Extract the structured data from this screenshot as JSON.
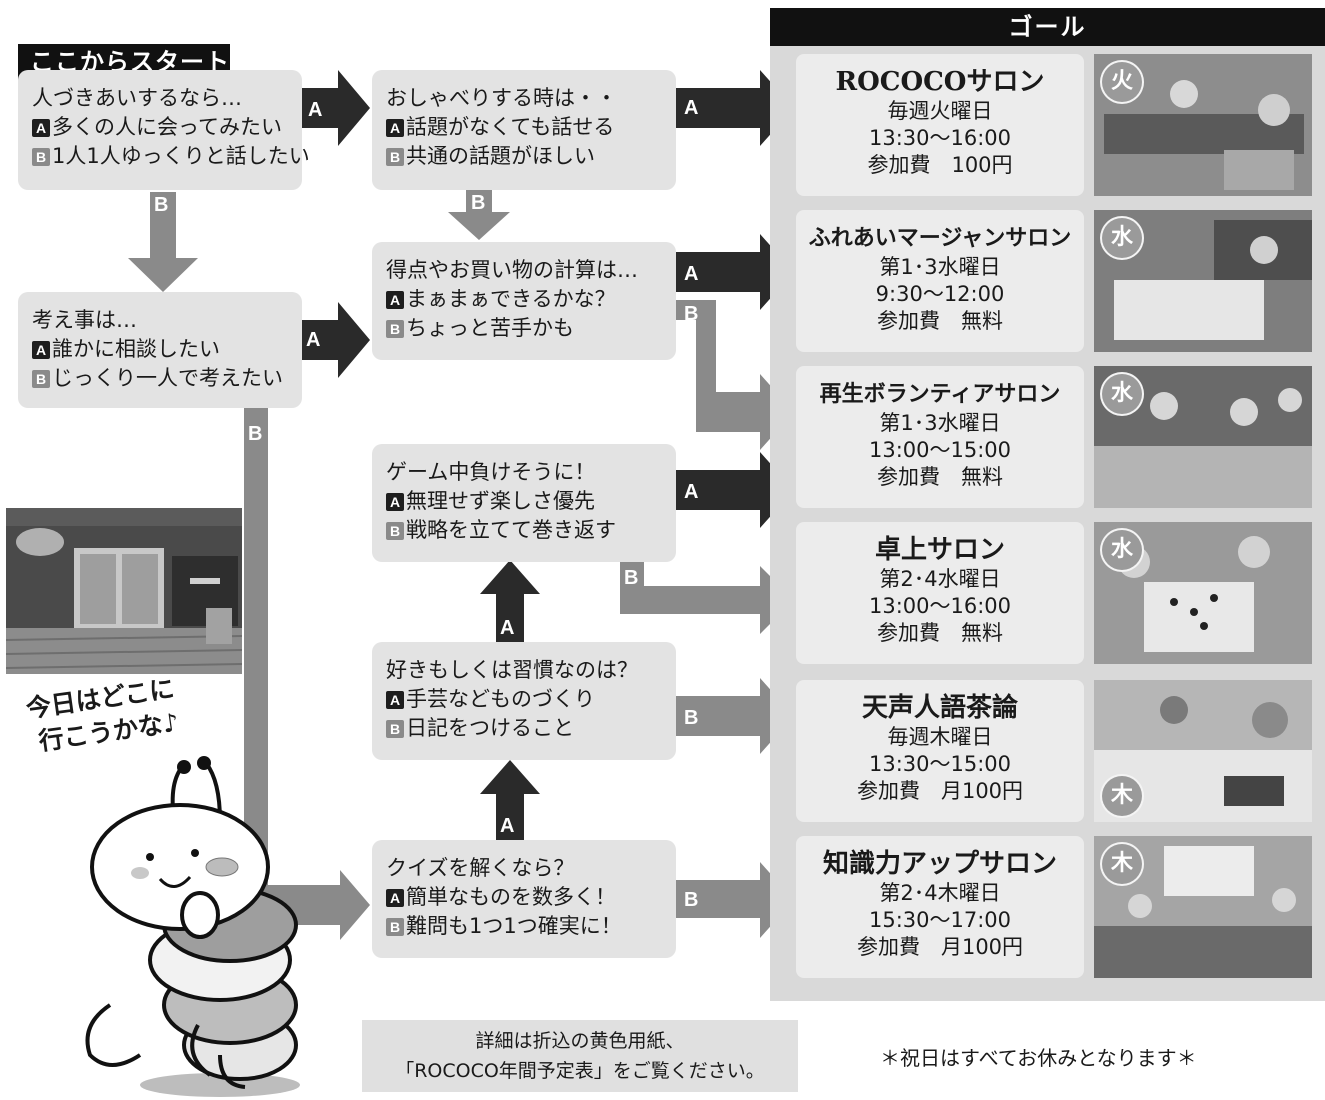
{
  "start": {
    "label": "ここからスタート"
  },
  "goal": {
    "label": "ゴール"
  },
  "questions": [
    {
      "title": "人づきあいするなら…",
      "a": "多くの人に会ってみたい",
      "b": "1人1人ゆっくりと話したい"
    },
    {
      "title": "おしゃべりする時は・・",
      "a": "話題がなくても話せる",
      "b": "共通の話題がほしい"
    },
    {
      "title": "考え事は…",
      "a": "誰かに相談したい",
      "b": "じっくり一人で考えたい"
    },
    {
      "title": "得点やお買い物の計算は…",
      "a": "まぁまぁできるかな？",
      "b": "ちょっと苦手かも"
    },
    {
      "title": "ゲーム中負けそうに！",
      "a": "無理せず楽しさ優先",
      "b": "戦略を立てて巻き返す"
    },
    {
      "title": "好きもしくは習慣なのは？",
      "a": "手芸などものづくり",
      "b": "日記をつけること"
    },
    {
      "title": "クイズを解くなら？",
      "a": "簡単なものを数多く！",
      "b": "難問も1つ1つ確実に！"
    }
  ],
  "option_labels": {
    "a": "A",
    "b": "B"
  },
  "salons": [
    {
      "name": "ROCOCOサロン",
      "schedule": "毎週火曜日",
      "time": "13:30～16:00",
      "fee": "参加費　100円",
      "day": "火"
    },
    {
      "name": "ふれあいマージャンサロン",
      "schedule": "第1･3水曜日",
      "time": "9:30～12:00",
      "fee": "参加費　無料",
      "day": "水"
    },
    {
      "name": "再生ボランティアサロン",
      "schedule": "第1･3水曜日",
      "time": "13:00～15:00",
      "fee": "参加費　無料",
      "day": "水"
    },
    {
      "name": "卓上サロン",
      "schedule": "第2･4水曜日",
      "time": "13:00～16:00",
      "fee": "参加費　無料",
      "day": "水"
    },
    {
      "name": "天声人語茶論",
      "schedule": "毎週木曜日",
      "time": "13:30～15:00",
      "fee": "参加費　月100円",
      "day": "木"
    },
    {
      "name": "知識力アップサロン",
      "schedule": "第2･4木曜日",
      "time": "15:30～17:00",
      "fee": "参加費　月100円",
      "day": "木"
    }
  ],
  "speech_bubble": {
    "line1": "今日はどこに",
    "line2": "行こうかな♪"
  },
  "footer": {
    "note_line1": "詳細は折込の黄色用紙、",
    "note_line2": "「ROCOCO年間予定表」をご覧ください。",
    "holiday": "＊祝日はすべてお休みとなります＊"
  }
}
